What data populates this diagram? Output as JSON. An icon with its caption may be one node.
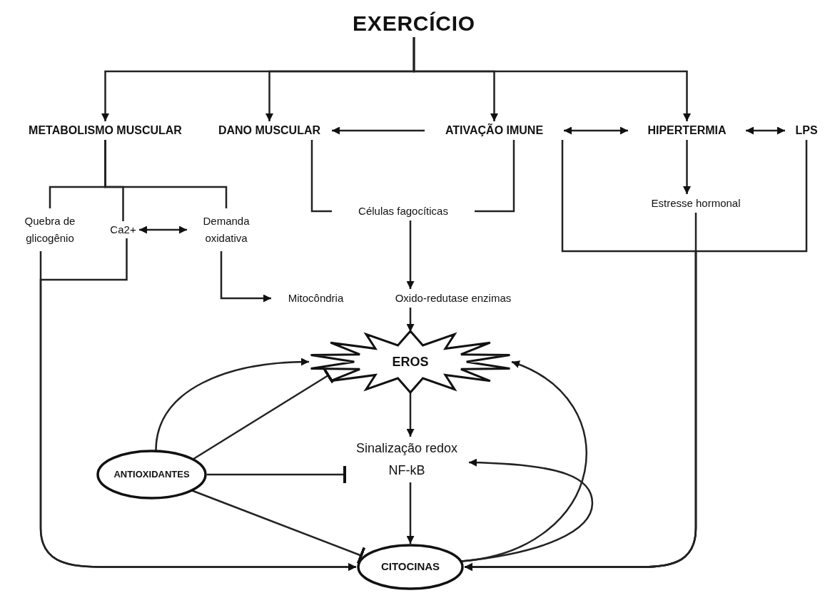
{
  "diagram": {
    "nodes": [
      {
        "text": [
          "EXERCÍCIO"
        ]
      },
      {
        "text": [
          "METABOLISMO MUSCULAR"
        ]
      },
      {
        "text": [
          "DANO MUSCULAR"
        ]
      },
      {
        "text": [
          "ATIVAÇÃO IMUNE"
        ]
      },
      {
        "text": [
          "HIPERTERMIA"
        ]
      },
      {
        "text": [
          "LPS"
        ]
      },
      {
        "text": [
          "Quebra de glicogênio"
        ]
      },
      {
        "text": [
          "Ca2+"
        ]
      },
      {
        "text": [
          "Demanda oxidativa"
        ]
      },
      {
        "text": [
          "Células fagocíticas"
        ]
      },
      {
        "text": [
          "Estresse hormonal"
        ]
      },
      {
        "text": [
          "Mitocôndria"
        ]
      },
      {
        "text": [
          "Oxido-redutase enzimas"
        ]
      },
      {
        "text": [
          "EROS"
        ]
      },
      {
        "text": [
          "ANTIOXIDANTES"
        ]
      },
      {
        "text": [
          "Sinalização redox NF-kB"
        ]
      },
      {
        "text": [
          "CITOCINAS"
        ]
      }
    ],
    "edges": [
      {
        "from": 0,
        "to": 1,
        "arrow": "to"
      },
      {
        "from": 0,
        "to": 2,
        "arrow": "to"
      },
      {
        "from": 0,
        "to": 3,
        "arrow": "to"
      },
      {
        "from": 0,
        "to": 4,
        "arrow": "to"
      },
      {
        "from": 3,
        "to": 2,
        "arrow": "to"
      },
      {
        "from": 3,
        "to": 4,
        "arrow": "both"
      },
      {
        "from": 4,
        "to": 5,
        "arrow": "both"
      },
      {
        "from": 1,
        "to": 6,
        "arrow": "none"
      },
      {
        "from": 1,
        "to": 7,
        "arrow": "none"
      },
      {
        "from": 1,
        "to": 8,
        "arrow": "none"
      },
      {
        "from": 7,
        "to": 8,
        "arrow": "both"
      },
      {
        "from": 2,
        "to": 9,
        "arrow": "none"
      },
      {
        "from": 3,
        "to": 9,
        "arrow": "none"
      },
      {
        "from": 9,
        "to": 12,
        "arrow": "to"
      },
      {
        "from": 4,
        "to": 10,
        "arrow": "to"
      },
      {
        "from": 8,
        "to": 11,
        "arrow": "to"
      },
      {
        "from": 12,
        "to": 13,
        "arrow": "to"
      },
      {
        "from": 13,
        "to": 15,
        "arrow": "to"
      },
      {
        "from": 15,
        "to": 16,
        "arrow": "to"
      },
      {
        "from": 6,
        "to": 16,
        "arrow": "to"
      },
      {
        "from": 7,
        "to": 16,
        "arrow": "to"
      },
      {
        "from": 3,
        "to": 16,
        "arrow": "to"
      },
      {
        "from": 5,
        "to": 16,
        "arrow": "to"
      },
      {
        "from": 10,
        "to": 16,
        "arrow": "to"
      },
      {
        "from": 14,
        "to": 13,
        "arrow": "to"
      },
      {
        "from": 14,
        "to": 13,
        "arrow": "other"
      },
      {
        "from": 14,
        "to": 15,
        "arrow": "other"
      },
      {
        "from": 14,
        "to": 16,
        "arrow": "other"
      },
      {
        "from": 16,
        "to": 13,
        "arrow": "to"
      },
      {
        "from": 16,
        "to": 15,
        "arrow": "to"
      }
    ]
  }
}
